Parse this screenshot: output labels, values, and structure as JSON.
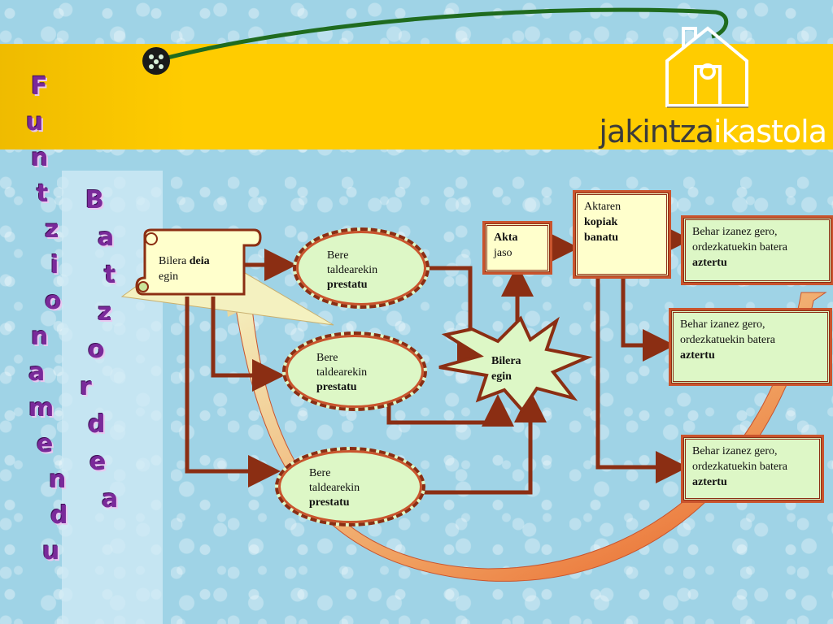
{
  "logo": {
    "part1": "jakintza",
    "part2": "ikastola"
  },
  "vertical_left": [
    "F",
    "u",
    "n",
    "t",
    "z",
    "i",
    "o",
    "n",
    "a",
    "m",
    "e",
    "n",
    "d",
    "u"
  ],
  "vertical_right": [
    "B",
    "a",
    "t",
    "z",
    "o",
    "r",
    "d",
    "e",
    "a"
  ],
  "nodes": {
    "bilera_deia": {
      "line1": "Bilera ",
      "line1_bold": "deia",
      "line2": "egin"
    },
    "prep1": {
      "line1": "Bere",
      "line2": "taldearekin",
      "line3": "prestatu"
    },
    "prep2": {
      "line1": "Bere",
      "line2": "taldearekin",
      "line3": "prestatu"
    },
    "prep3": {
      "line1": "Bere",
      "line2": "taldearekin",
      "line3": "prestatu"
    },
    "bilera_egin": {
      "line1": "Bilera",
      "line2": "egin"
    },
    "akta": {
      "line1": "Akta",
      "line2": "jaso"
    },
    "kopiak": {
      "line1": "Aktaren",
      "line2": "kopiak",
      "line3": "banatu"
    },
    "aztertu1": {
      "line1": "Behar izanez gero,",
      "line2": "ordezkatuekin batera",
      "line3": "aztertu"
    },
    "aztertu2": {
      "line1": "Behar izanez gero,",
      "line2": "ordezkatuekin batera",
      "line3": "aztertu"
    },
    "aztertu3": {
      "line1": "Behar izanez gero,",
      "line2": "ordezkatuekin batera",
      "line3": "aztertu"
    }
  },
  "colors": {
    "banner": "#ffcc00",
    "arrow": "#8b2e13",
    "ellipse_fill": "#ddf7c6",
    "box_fill": "#ffffcc",
    "letters": "#7a2a9a"
  }
}
